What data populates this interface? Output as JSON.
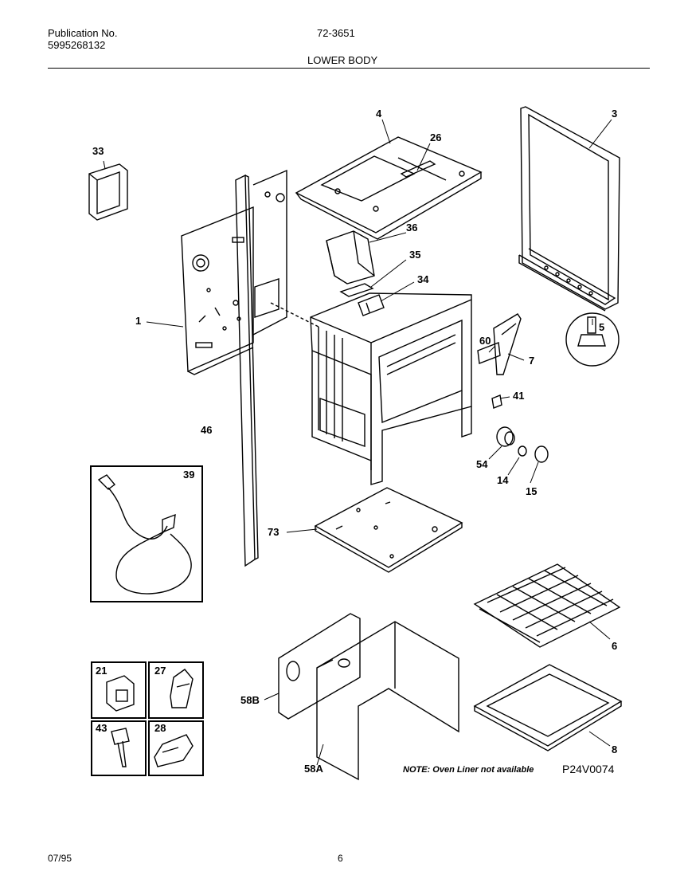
{
  "header": {
    "publication_label": "Publication No.",
    "publication_number": "5995268132",
    "model": "72-3651",
    "section_title": "LOWER BODY"
  },
  "callouts": {
    "c1": "1",
    "c3": "3",
    "c4": "4",
    "c5": "5",
    "c6": "6",
    "c7": "7",
    "c8": "8",
    "c14": "14",
    "c15": "15",
    "c26": "26",
    "c33": "33",
    "c34": "34",
    "c35": "35",
    "c36": "36",
    "c41": "41",
    "c46": "46",
    "c54": "54",
    "c58a": "58A",
    "c58b": "58B",
    "c60": "60",
    "c73": "73"
  },
  "inset_boxes": {
    "b39": "39",
    "b21": "21",
    "b27": "27",
    "b43": "43",
    "b28": "28"
  },
  "note": "NOTE: Oven Liner not available",
  "drawing_code": "P24V0074",
  "footer": {
    "date": "07/95",
    "page": "6"
  }
}
